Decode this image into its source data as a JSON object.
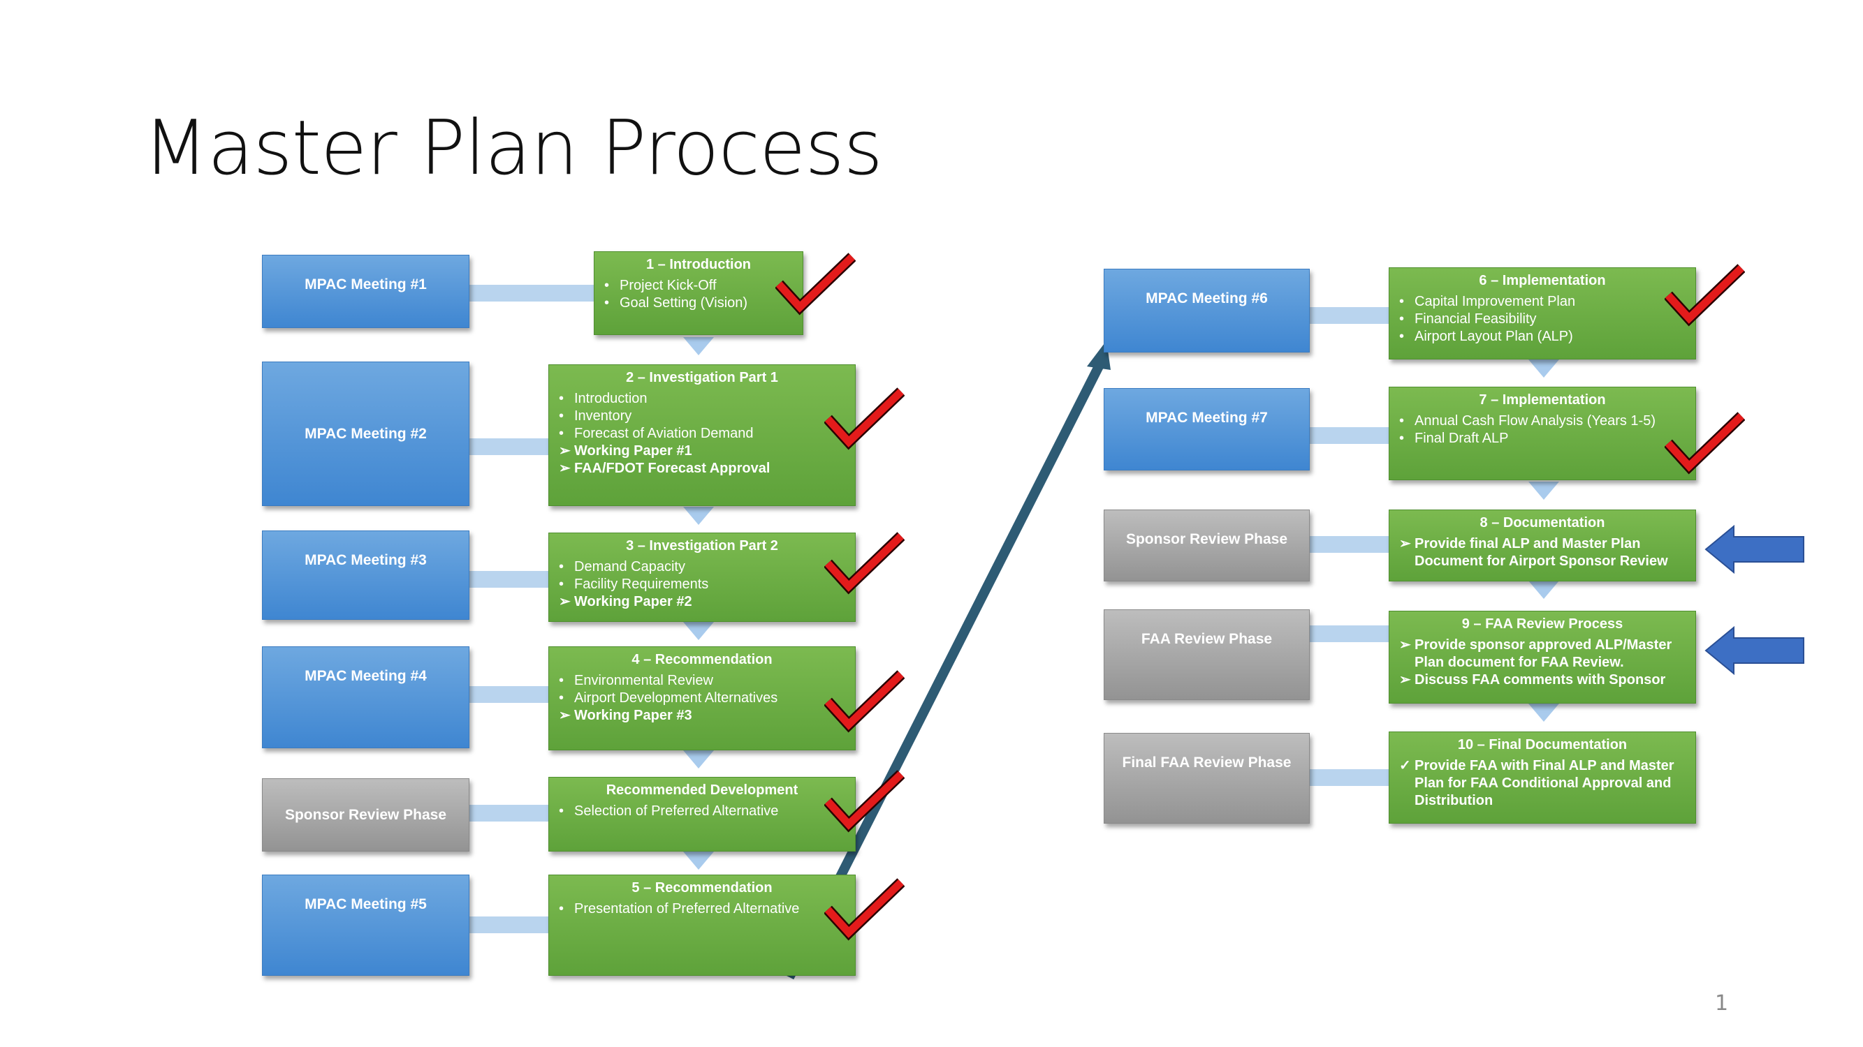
{
  "title": "Master Plan Process",
  "page_number": "1",
  "left_column": {
    "meetings": [
      {
        "label": "MPAC Meeting #1",
        "type": "meeting"
      },
      {
        "label": "MPAC Meeting #2",
        "type": "meeting"
      },
      {
        "label": "MPAC Meeting #3",
        "type": "meeting"
      },
      {
        "label": "MPAC Meeting #4",
        "type": "meeting"
      },
      {
        "label": "Sponsor Review Phase",
        "type": "phase"
      },
      {
        "label": "MPAC Meeting #5",
        "type": "meeting"
      }
    ],
    "steps": [
      {
        "title": "1 – Introduction",
        "items": [
          {
            "marker": "•",
            "text": "Project Kick-Off",
            "bold": false
          },
          {
            "marker": "•",
            "text": "Goal Setting (Vision)",
            "bold": false
          }
        ],
        "checked": true
      },
      {
        "title": "2 – Investigation Part 1",
        "items": [
          {
            "marker": "•",
            "text": "Introduction",
            "bold": false
          },
          {
            "marker": "•",
            "text": "Inventory",
            "bold": false
          },
          {
            "marker": "•",
            "text": "Forecast of Aviation Demand",
            "bold": false
          },
          {
            "marker": "➢",
            "text": "Working Paper #1",
            "bold": true
          },
          {
            "marker": "➢",
            "text": "FAA/FDOT Forecast Approval",
            "bold": true
          }
        ],
        "checked": true
      },
      {
        "title": "3 – Investigation Part 2",
        "items": [
          {
            "marker": "•",
            "text": "Demand Capacity",
            "bold": false
          },
          {
            "marker": "•",
            "text": "Facility Requirements",
            "bold": false
          },
          {
            "marker": "➢",
            "text": "Working Paper #2",
            "bold": true
          }
        ],
        "checked": true
      },
      {
        "title": "4 – Recommendation",
        "items": [
          {
            "marker": "•",
            "text": "Environmental Review",
            "bold": false
          },
          {
            "marker": "•",
            "text": "Airport Development Alternatives",
            "bold": false
          },
          {
            "marker": "➢",
            "text": "Working Paper #3",
            "bold": true
          }
        ],
        "checked": true
      },
      {
        "title": "Recommended Development",
        "items": [
          {
            "marker": "•",
            "text": "Selection of Preferred Alternative",
            "bold": false
          }
        ],
        "checked": true
      },
      {
        "title": "5 – Recommendation",
        "items": [
          {
            "marker": "•",
            "text": "Presentation of Preferred Alternative",
            "bold": false
          }
        ],
        "checked": true
      }
    ]
  },
  "right_column": {
    "meetings": [
      {
        "label": "MPAC Meeting #6",
        "type": "meeting"
      },
      {
        "label": "MPAC Meeting #7",
        "type": "meeting"
      },
      {
        "label": "Sponsor Review Phase",
        "type": "phase"
      },
      {
        "label": "FAA Review Phase",
        "type": "phase"
      },
      {
        "label": "Final FAA Review Phase",
        "type": "phase"
      }
    ],
    "steps": [
      {
        "title": "6 – Implementation",
        "items": [
          {
            "marker": "•",
            "text": "Capital Improvement Plan",
            "bold": false
          },
          {
            "marker": "•",
            "text": "Financial Feasibility",
            "bold": false
          },
          {
            "marker": "•",
            "text": "Airport Layout Plan (ALP)",
            "bold": false
          }
        ],
        "checked": true
      },
      {
        "title": "7 – Implementation",
        "items": [
          {
            "marker": "•",
            "text": "Annual Cash Flow Analysis (Years 1-5)",
            "bold": false
          },
          {
            "marker": "•",
            "text": "Final Draft ALP",
            "bold": false
          }
        ],
        "checked": true
      },
      {
        "title": "8 – Documentation",
        "items": [
          {
            "marker": "➢",
            "text": "Provide final ALP and Master Plan Document for Airport Sponsor Review",
            "bold": true
          }
        ],
        "current": true
      },
      {
        "title": "9 – FAA Review Process",
        "items": [
          {
            "marker": "➢",
            "text": "Provide sponsor approved ALP/Master Plan document for FAA Review.",
            "bold": true
          },
          {
            "marker": "➢",
            "text": "Discuss FAA comments with Sponsor",
            "bold": true
          }
        ],
        "current": true
      },
      {
        "title": "10 – Final Documentation",
        "items": [
          {
            "marker": "✓",
            "text": "Provide FAA with Final ALP and Master Plan for FAA Conditional Approval and Distribution",
            "bold": true
          }
        ]
      }
    ]
  },
  "colors": {
    "meeting_blue": "#4a8fd6",
    "phase_gray": "#a6a6a6",
    "step_green": "#6aad43",
    "connector": "#b9d4ee",
    "check_red": "#e31b1b",
    "pointer_blue": "#3d6fc4",
    "flow_arrow": "#2e5b74"
  }
}
